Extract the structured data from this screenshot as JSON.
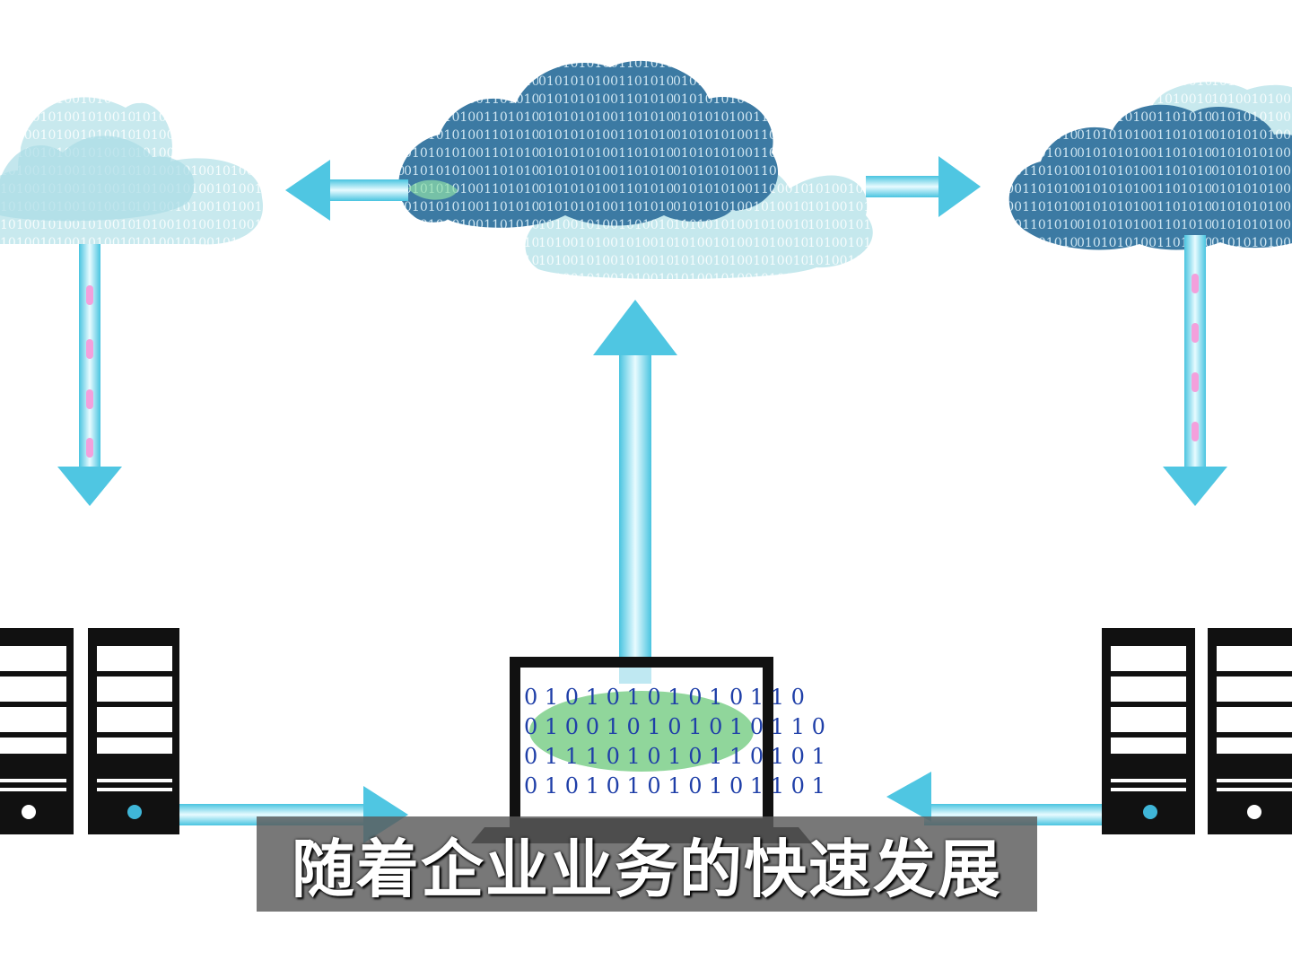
{
  "caption": {
    "text": "随着企业业务的快速发展"
  },
  "binary_texture": {
    "dark_row": "0101010100110101010",
    "light_row": "1010010100101001010",
    "screen_rows": [
      "0 1 0 1 0 1 0 1 0 1 0 1 1 0",
      "0 1 0 0 1 0 1 0 1 0 1 0 1 1 0",
      "0 1 1 1 0 1 0 1 0 1 1 0 1 0 1",
      "0 1 0 1 0 1 0 1 0 1 0 1 1 0 1"
    ]
  },
  "colors": {
    "cloud_dark": "#3f7ea8",
    "cloud_light": "#bfe6ea",
    "arrow": "#5ed3ea",
    "pink_dot": "#f3a0dc",
    "screen_green": "#7ccf8a",
    "tower": "#111111"
  },
  "icons": [
    "cloud-icon",
    "server-tower-icon",
    "laptop-icon",
    "arrow-icon"
  ]
}
